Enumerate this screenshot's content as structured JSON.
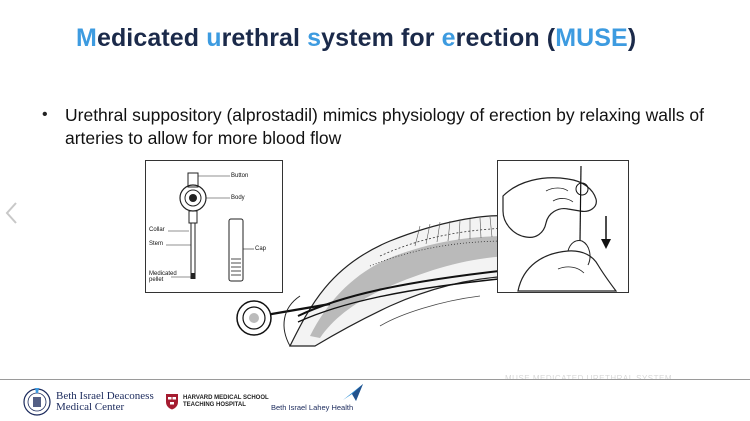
{
  "slide": {
    "title_parts": [
      {
        "text": "M",
        "highlight": true
      },
      {
        "text": "edicated ",
        "highlight": false
      },
      {
        "text": "u",
        "highlight": true
      },
      {
        "text": "rethral ",
        "highlight": false
      },
      {
        "text": "s",
        "highlight": true
      },
      {
        "text": "ystem for ",
        "highlight": false
      },
      {
        "text": "e",
        "highlight": true
      },
      {
        "text": "rection (",
        "highlight": false
      },
      {
        "text": "MUSE",
        "highlight": true
      },
      {
        "text": ")",
        "highlight": false
      }
    ],
    "bullet": "Urethral suppository (alprostadil) mimics physiology of erection by relaxing walls of arteries to allow for more blood flow",
    "bullet_marker": "•"
  },
  "device_diagram": {
    "labels": {
      "button": "Button",
      "body": "Body",
      "collar": "Collar",
      "stem": "Stem",
      "cap": "Cap",
      "pellet": "Medicated pellet"
    }
  },
  "footer": {
    "bidmc_line1": "Beth Israel Deaconess",
    "bidmc_line2": "Medical Center",
    "harvard_line1": "HARVARD MEDICAL SCHOOL",
    "harvard_line2": "TEACHING HOSPITAL",
    "bilh": "Beth Israel Lahey Health",
    "faint_overlay": "MUSE  MEDICATED  URETHRAL  SYSTEM"
  },
  "colors": {
    "title_dark": "#1b2a4a",
    "title_highlight": "#3d9be0",
    "brand_navy": "#1b2a5c",
    "harvard_crimson": "#a51c30",
    "bilh_blue": "#2e8fd6"
  },
  "icons": {
    "nav": "chevron-left-icon",
    "bidmc_logo": "bidmc-seal-icon",
    "harvard_logo": "harvard-shield-icon",
    "bilh_logo": "bilh-arrow-icon"
  }
}
